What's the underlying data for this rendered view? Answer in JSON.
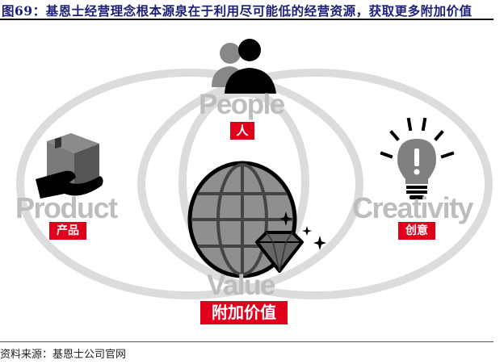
{
  "figure": {
    "title": "图69：基恩士经营理念根本源泉在于利用尽可能低的经营资源，获取更多附加价值",
    "source": "资料来源：基恩士公司官网"
  },
  "nodes": {
    "people": {
      "en": "People",
      "cn": "人"
    },
    "product": {
      "en": "Product",
      "cn": "产品"
    },
    "creativity": {
      "en": "Creativity",
      "cn": "创意"
    },
    "value": {
      "en": "Value",
      "cn": "附加价值"
    }
  },
  "colors": {
    "title": "#1a1f7a",
    "accent": "#e0001b",
    "ring": "#dcdcdc",
    "label": "#bdbdbd"
  }
}
